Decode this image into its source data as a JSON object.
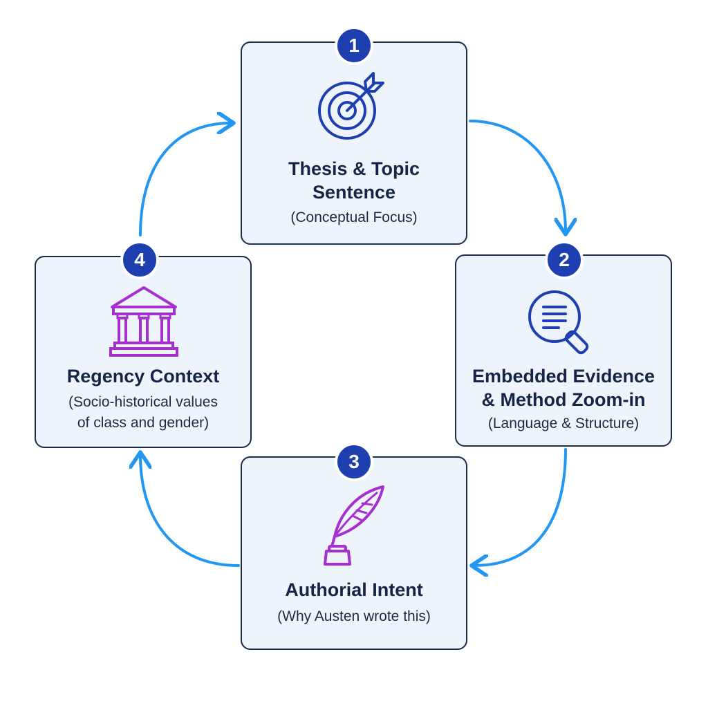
{
  "steps": [
    {
      "number": "1",
      "title_lines": [
        "Thesis & Topic",
        "Sentence"
      ],
      "subtitle_lines": [
        "(Conceptual Focus)"
      ],
      "icon": "target-arrow-icon"
    },
    {
      "number": "2",
      "title_lines": [
        "Embedded Evidence",
        "& Method Zoom-in"
      ],
      "subtitle_lines": [
        "(Language & Structure)"
      ],
      "icon": "magnifier-document-icon"
    },
    {
      "number": "3",
      "title_lines": [
        "Authorial Intent"
      ],
      "subtitle_lines": [
        "(Why Austen wrote this)"
      ],
      "icon": "quill-inkpot-icon"
    },
    {
      "number": "4",
      "title_lines": [
        "Regency Context"
      ],
      "subtitle_lines": [
        "(Socio-historical values",
        "of class and gender)"
      ],
      "icon": "classical-building-icon"
    }
  ],
  "colors": {
    "card_fill": "#eef4fc",
    "card_border": "#1c2b4a",
    "badge": "#1d3fb0",
    "arrow": "#2196f3",
    "icon_blue": "#1d3fb0",
    "icon_purple": "#a62fd0"
  }
}
